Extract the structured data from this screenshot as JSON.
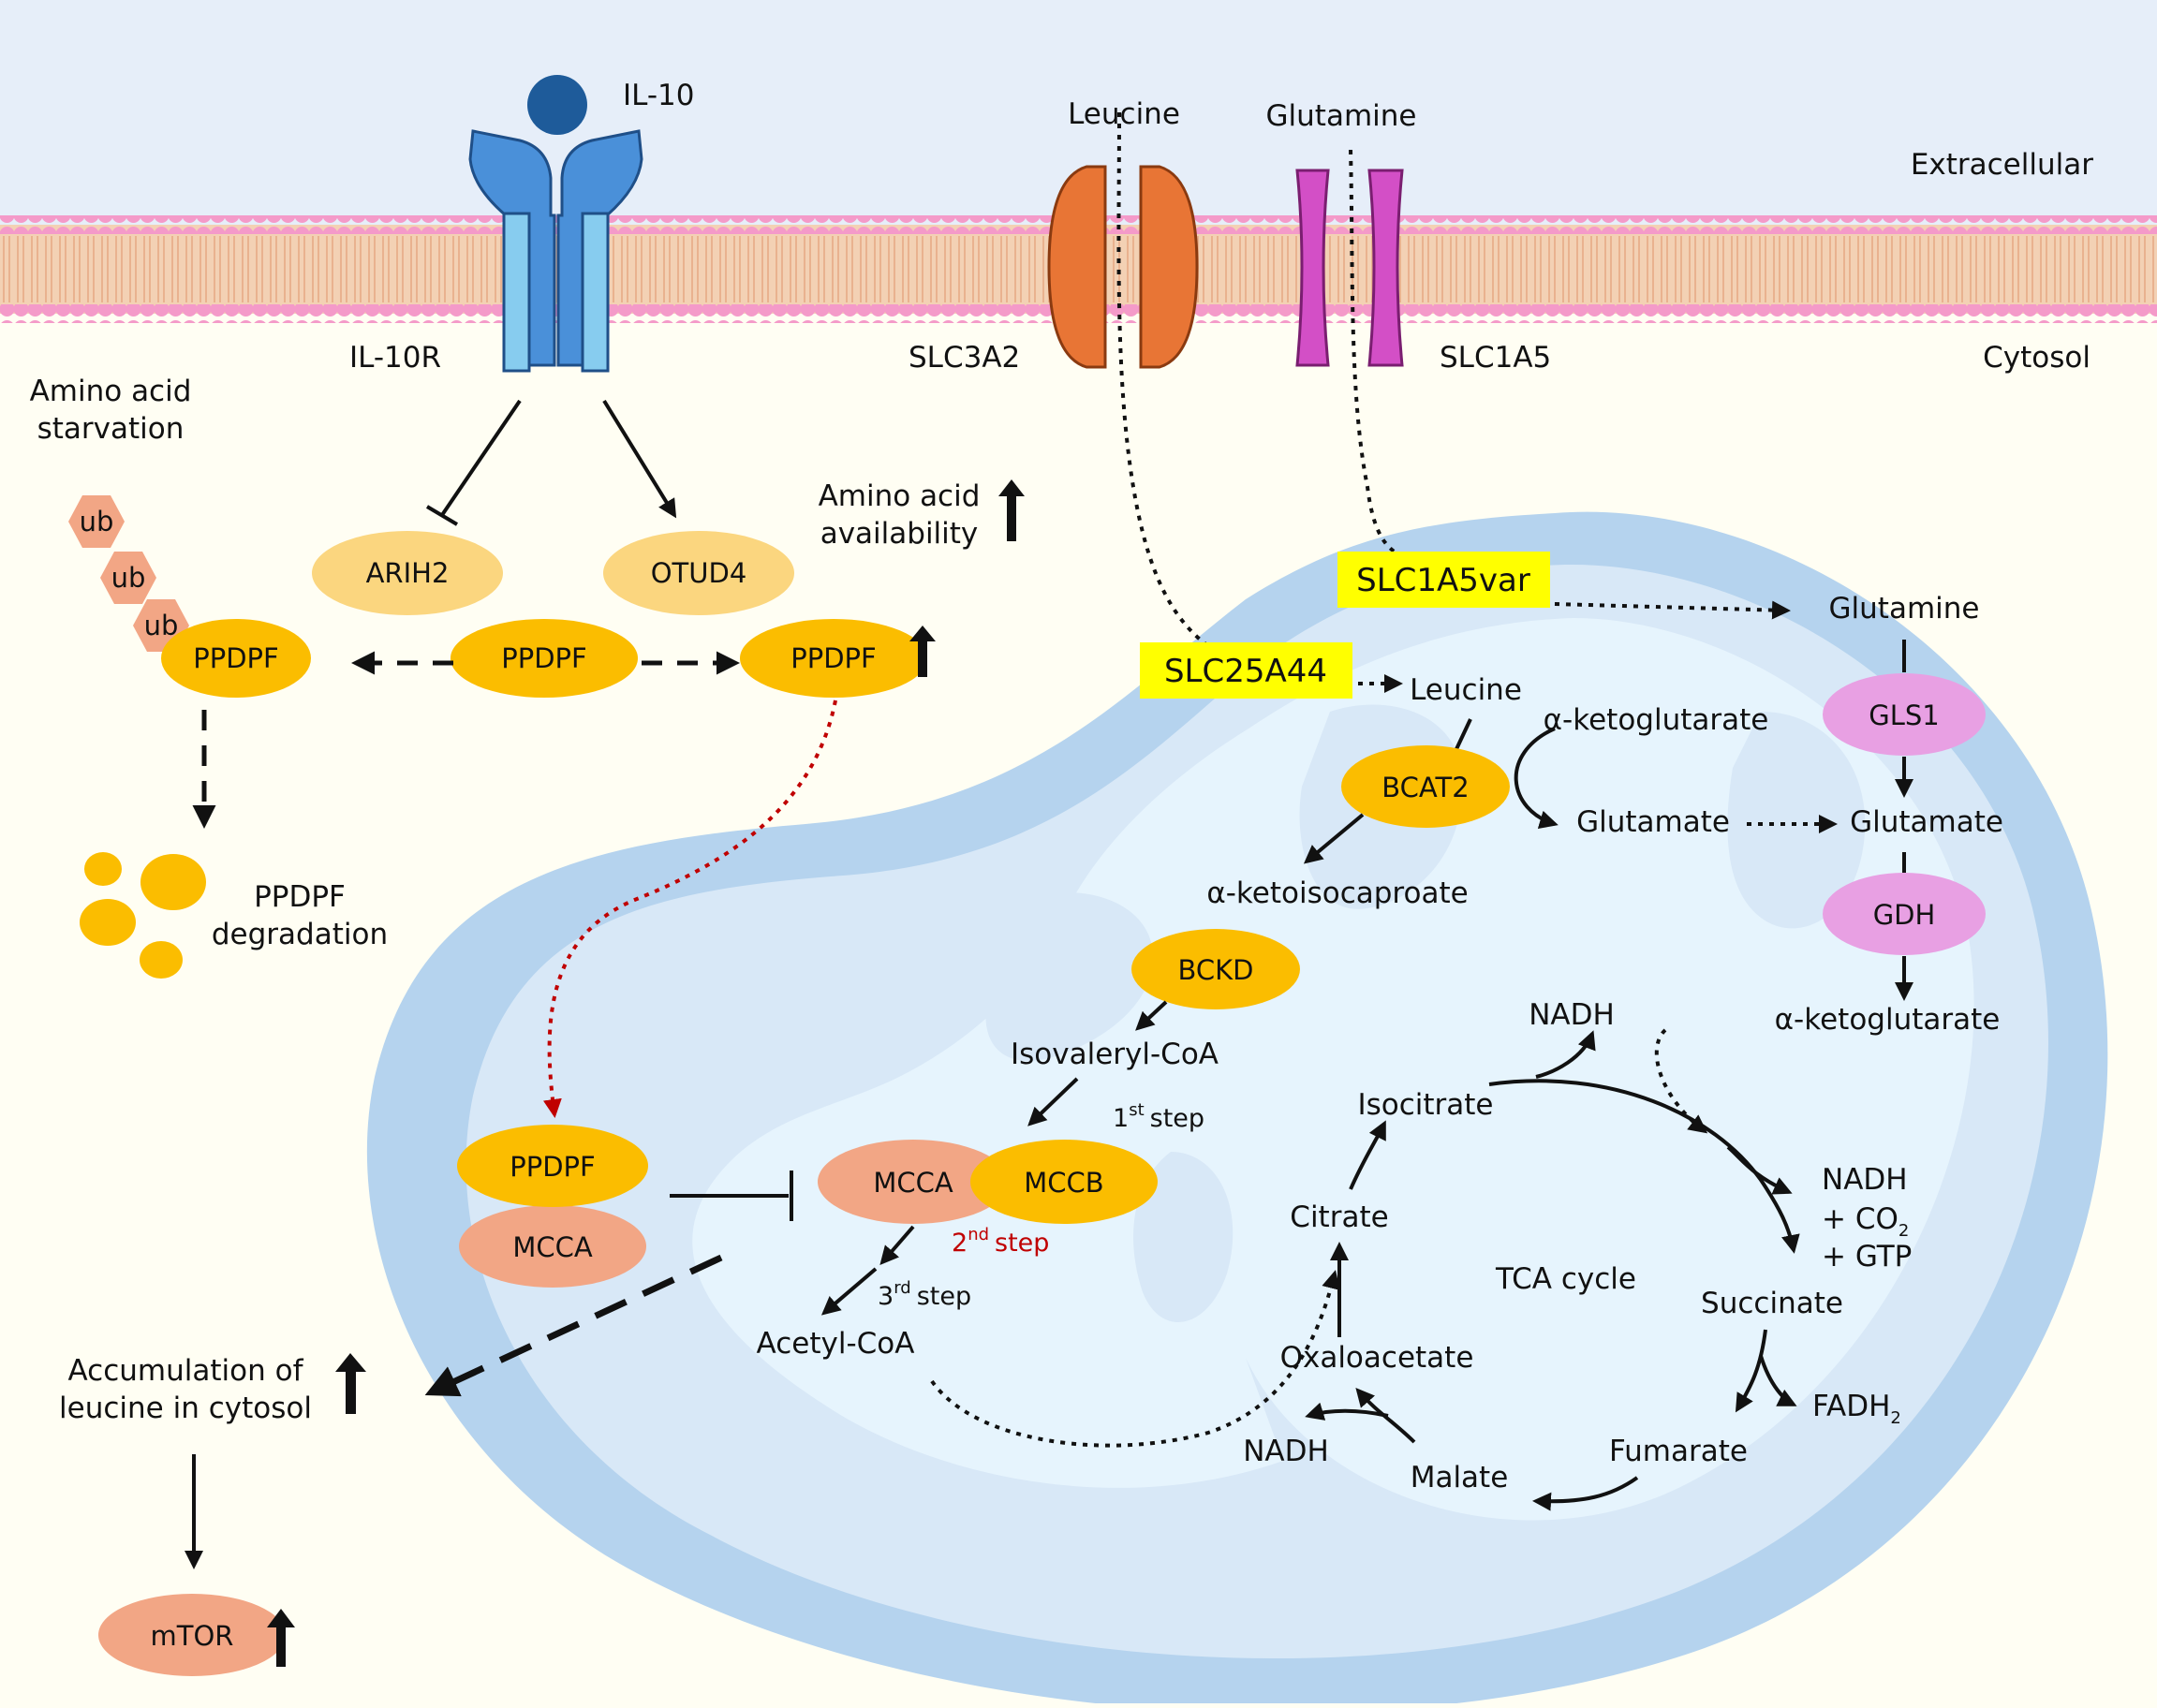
{
  "regions": {
    "extracellular": "Extracellular",
    "cytosol": "Cytosol"
  },
  "receptor": {
    "ligand": "IL-10",
    "receptor": "IL-10R"
  },
  "transporters": {
    "slc3a2": "SLC3A2",
    "slc1a5": "SLC1A5",
    "leucine_in": "Leucine",
    "glutamine_in": "Glutamine",
    "slc25a44": "SLC25A44",
    "slc1a5var": "SLC1A5var"
  },
  "left_panel": {
    "starvation_line1": "Amino acid",
    "starvation_line2": "starvation",
    "ub": [
      "ub",
      "ub",
      "ub"
    ],
    "arih2": "ARIH2",
    "otud4": "OTUD4",
    "ppdpf_left": "PPDPF",
    "ppdpf_center": "PPDPF",
    "ppdpf_right": "PPDPF",
    "availability_line1": "Amino acid",
    "availability_line2": "availability",
    "degradation_line1": "PPDPF",
    "degradation_line2": "degradation",
    "accumulation_line1": "Accumulation of",
    "accumulation_line2": "leucine in cytosol",
    "mtor": "mTOR"
  },
  "mito": {
    "leucine": "Leucine",
    "bcat2": "BCAT2",
    "akg_top": "α-ketoglutarate",
    "glutamate_left": "Glutamate",
    "glutamate_right": "Glutamate",
    "glutamine": "Glutamine",
    "gls1": "GLS1",
    "gdh": "GDH",
    "akg_right": "α-ketoglutarate",
    "akic": "α-ketoisocaproate",
    "bckd": "BCKD",
    "isovaleryl": "Isovaleryl-CoA",
    "step1": "1",
    "step1_sup": "st",
    "step1_word": "step",
    "mcca": "MCCA",
    "mccb": "MCCB",
    "step2": "2",
    "step2_sup": "nd",
    "step2_word": "step",
    "step3": "3",
    "step3_sup": "rd",
    "step3_word": "step",
    "acetyl": "Acetyl-CoA",
    "ppdpf_complex": "PPDPF",
    "mcca_complex": "MCCA"
  },
  "tca": {
    "label": "TCA cycle",
    "citrate": "Citrate",
    "isocitrate": "Isocitrate",
    "nadh_top": "NADH",
    "nadh_right": "NADH",
    "co2": "+ CO",
    "co2_sub": "2",
    "gtp": "+ GTP",
    "succinate": "Succinate",
    "fadh": "FADH",
    "fadh_sub": "2",
    "fumarate": "Fumarate",
    "malate": "Malate",
    "nadh_bottom": "NADH",
    "oxaloacetate": "Oxaloacetate"
  },
  "colors": {
    "background": "#fffef3",
    "extracellular": "#e6eef9",
    "membrane_head": "#f49ac9",
    "membrane_tail": "#f3d1b4",
    "receptor_blue": "#4a90d9",
    "ligand_blue": "#1e5b9a",
    "slc3a2_orange": "#e87535",
    "slc1a5_magenta": "#d34fc6",
    "ppdpf_orange": "#fbbd00",
    "light_orange": "#fbd67f",
    "salmon": "#f2a685",
    "pink": "#e8a0e3",
    "yellow": "#ffff00",
    "mito_outer": "#b5d3ee",
    "mito_inner": "#d8e8f7",
    "mito_matrix": "#e6f4fd",
    "red_dotted": "#c00000"
  }
}
